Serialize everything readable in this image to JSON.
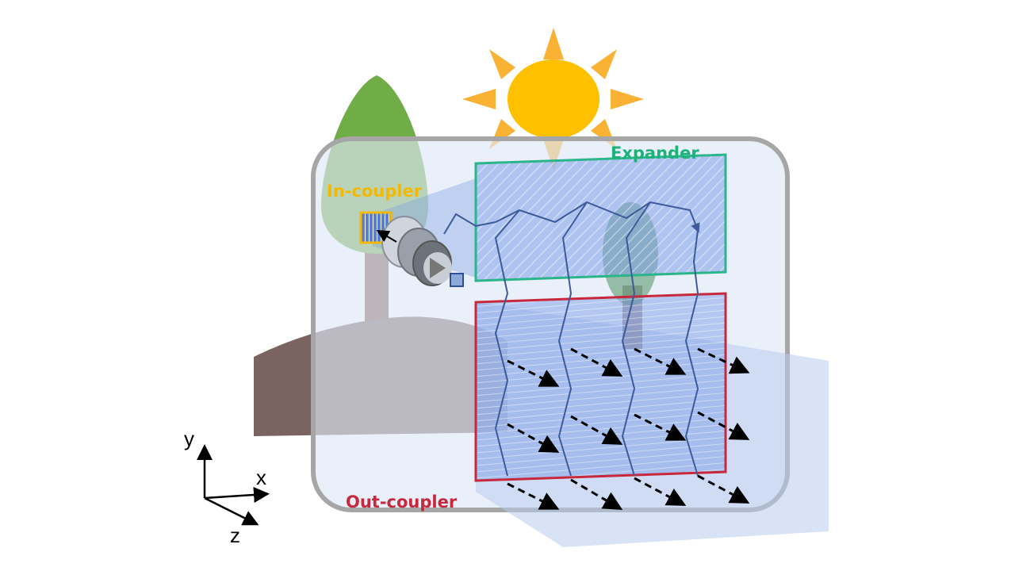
{
  "labels": {
    "expander": "Expander",
    "in_coupler": "In-coupler",
    "out_coupler": "Out-coupler"
  },
  "axes": {
    "x": "x",
    "y": "y",
    "z": "z"
  },
  "colors": {
    "expander": "#1db27a",
    "in_coupler": "#f5b800",
    "out_coupler": "#c8283c",
    "sun": "#ffc000",
    "sun_rays": "#f9b233",
    "tree": "#70ad47",
    "trunk": "#7b5b4b",
    "hill": "#7a6360",
    "glass": "#dfe8f7",
    "beam": "#7f9fe0"
  }
}
